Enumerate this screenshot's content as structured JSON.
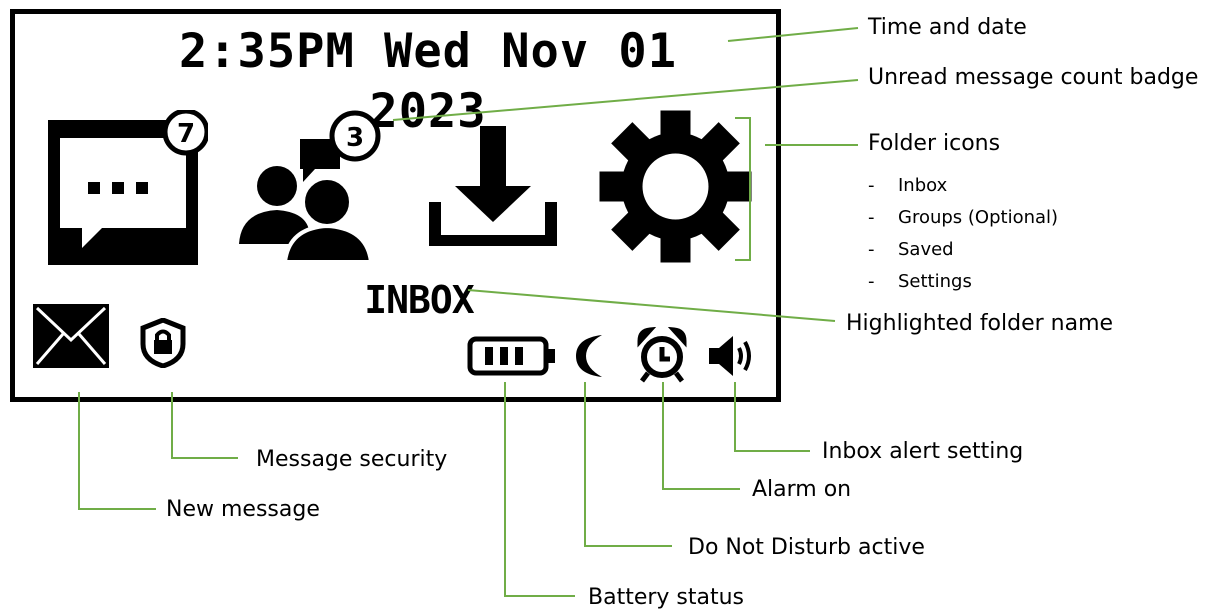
{
  "device_screen": {
    "datetime": "2:35PM Wed Nov 01 2023",
    "highlighted_folder": "INBOX",
    "folders": [
      {
        "name": "inbox",
        "icon": "chat-bubble-icon",
        "badge": "7"
      },
      {
        "name": "groups",
        "icon": "group-people-icon",
        "badge": "3"
      },
      {
        "name": "saved",
        "icon": "download-icon"
      },
      {
        "name": "settings",
        "icon": "gear-icon"
      }
    ],
    "status_icons": [
      "envelope-icon",
      "shield-lock-icon",
      "battery-icon",
      "moon-icon",
      "alarm-clock-icon",
      "speaker-icon"
    ]
  },
  "callouts": {
    "time_and_date": "Time and date",
    "unread_badge": "Unread message count badge",
    "folder_icons": "Folder icons",
    "folder_list": [
      "Inbox",
      "Groups (Optional)",
      "Saved",
      "Settings"
    ],
    "highlighted_folder_name": "Highlighted folder name",
    "message_security": "Message security",
    "new_message": "New message",
    "inbox_alert_setting": "Inbox alert setting",
    "alarm_on": "Alarm on",
    "do_not_disturb": "Do Not Disturb active",
    "battery_status": "Battery status"
  },
  "colors": {
    "leader_line": "#70ad47",
    "screen_border": "#000000",
    "background": "#ffffff"
  }
}
